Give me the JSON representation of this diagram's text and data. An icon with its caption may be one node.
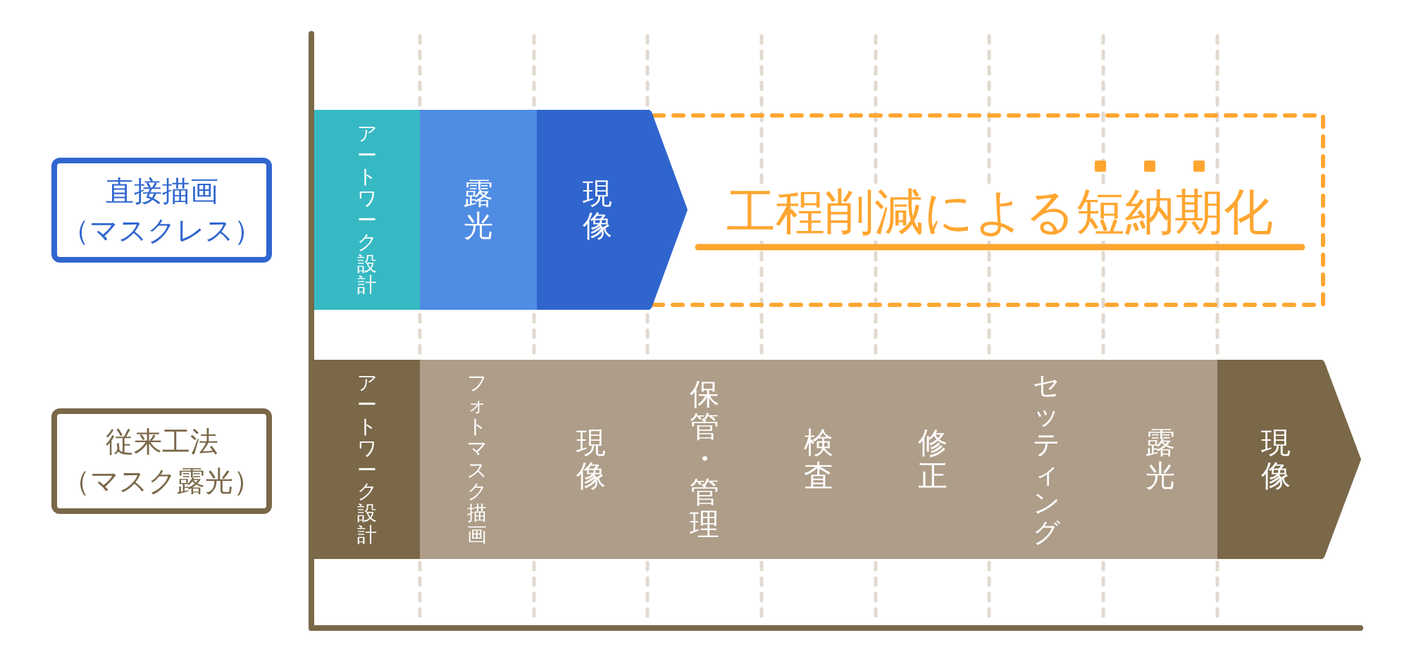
{
  "diagram": {
    "nodes": [
      {
        "text": [
          "直接描画（マスクレス）"
        ]
      },
      {
        "text": [
          "アートワーク設計"
        ]
      },
      {
        "text": [
          "露光"
        ]
      },
      {
        "text": [
          "現像"
        ]
      },
      {
        "text": [
          "工程削減による短納期化"
        ]
      },
      {
        "text": [
          "従来工法（マスク露光）"
        ]
      },
      {
        "text": [
          "アートワーク設計"
        ]
      },
      {
        "text": [
          "フォトマスク描画"
        ]
      },
      {
        "text": [
          "現像"
        ]
      },
      {
        "text": [
          "保管・管理"
        ]
      },
      {
        "text": [
          "検査"
        ]
      },
      {
        "text": [
          "修正"
        ]
      },
      {
        "text": [
          "セッティング"
        ]
      },
      {
        "text": [
          "露光"
        ]
      },
      {
        "text": [
          "現像"
        ]
      }
    ]
  }
}
